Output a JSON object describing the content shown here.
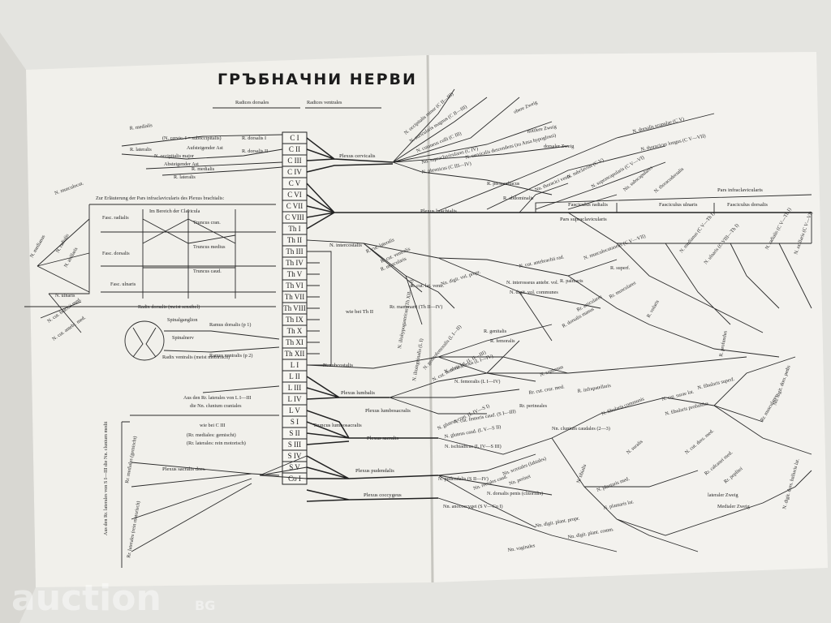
{
  "title": "ГРЪБНАЧНИ НЕРВИ",
  "header": {
    "dorsal": "Radices dorsales",
    "ventral": "Radices ventrales"
  },
  "segments": [
    "C I",
    "C II",
    "C III",
    "C IV",
    "C V",
    "C VI",
    "C VII",
    "C VIII",
    "Th I",
    "Th II",
    "Th III",
    "Th IV",
    "Th V",
    "Th VI",
    "Th VII",
    "Th VIII",
    "Th IX",
    "Th X",
    "Th XI",
    "Th XII",
    "L I",
    "L II",
    "L III",
    "L IV",
    "L V",
    "S I",
    "S II",
    "S III",
    "S IV",
    "S V",
    "Co I"
  ],
  "plexus": {
    "cervicalis": "Plexus cervicalis",
    "brachialis": "Plexus brachialis",
    "intercostalis": "N. intercostalis",
    "subcostalis": "N. subcostalis",
    "lumbalis": "Plexus lumbalis",
    "lumbosacralis": "Plexus lumbosacralis",
    "truncus": "Truncus lumbosacralis",
    "sacralis": "Plexus sacralis",
    "pudendalis": "Plexus pudendalis",
    "coccygeus": "Plexus coccygeus",
    "sacralis_dors": "Plexus sacralis dors."
  },
  "left_notes": {
    "cerv1": "(N. cervic. I = suboccipitalis)",
    "medialis": "R. medialis",
    "lateralis": "R. lateralis",
    "dorsalis1": "R. dorsalis I",
    "dorsalis2": "R. dorsalis II",
    "occip": "N. occipitalis major",
    "aufsteig": "Aufsteigender Ast",
    "absteig": "Absteigender Ast",
    "r_medialis": "R. medialis",
    "r_lateralis": "R. lateralis",
    "erl": "Zur Erläuterung der Pars infraclavicularis des Plexus brachialis:",
    "fasc_rad": "Fasc. radialis",
    "fasc_dors": "Fasc. dorsalis",
    "fasc_uln": "Fasc. ulnaris",
    "bereich": "Im Bereich der Clavicula",
    "tr_cran": "Truncus cran.",
    "tr_med": "Truncus medius",
    "tr_caud": "Truncus caud.",
    "musculocut": "N. musculocut.",
    "medianus": "N. medianus",
    "radialis": "N. radialis",
    "axillaris": "N. axillaris",
    "ulnaris": "N. ulnaris",
    "cut_brachii": "N. cut. brachii med.",
    "cut_antebr": "N. cut. antebr. med.",
    "wie_th2": "wie bei Th II",
    "aus_den": "Aus den Rr. laterales von L I—III",
    "nn_clun": "die Nn. clunium craniales",
    "wie_c3": "wie bei C III",
    "rr_med": "(Rr. mediales: gemischt)",
    "rr_lat": "(Rr. laterales: rein motorisch)",
    "rr_mediales": "Rr. mediales (gemischt)",
    "rr_laterales": "Rr. laterales (rein motorisch)",
    "aus_den_s": "Aus den Rr. laterales von S I—III die Nn. clunium medii",
    "radix_dors": "Radix dorsalis (meist sensibel)",
    "spinalgang": "Spinalganglion",
    "spinalnerv": "Spinalnerv",
    "ramus_dors": "Ramus dorsalis (p 1)",
    "radix_ventr": "Radix ventralis (meist motorisch)",
    "ramus_ventr": "Ramus ventralis (p 2)"
  },
  "right_labels": {
    "pericardiacus": "R. pericardiacus",
    "abdominalis": "R. abdominalis",
    "phrenicus": "N. phrenicus (C III—IV)",
    "supraclav": "Nn. supraclaviculares (C IV)",
    "cut_colli": "N. cutaneus colli (C III)",
    "auric": "N. auricularis magnus (C II—III)",
    "occ_minor": "N. occipitalis minor (C II—III)",
    "cervic_desc": "N. cervicalis descendens (zu Ansa hypoglossi)",
    "obere": "obere Zweig",
    "mittlere": "mittlere Zweig",
    "dorsaler": "dorsaler Zweig",
    "dorsalis_scap": "N. dorsalis scapulae (C V)",
    "thor_longus": "N. thoracicus longus (C V—VII)",
    "subclavius": "N. subclavius (C V)",
    "suprascap": "N. suprascapularis (C V—VI)",
    "subscap": "Nn. subscapulares",
    "thoracodors": "N. thoracodorsalis",
    "thor_ant": "Nn. thoracici ventr.",
    "pars_infra": "Pars infraclavicularis",
    "fasc_radialis": "Fasciculus radialis",
    "fasc_ulnaris": "Fasciculus ulnaris",
    "fasc_dorsalis": "Fasciculus dorsalis",
    "pars_supra": "Pars supraclavicularis",
    "musculocut": "N. musculocutaneus (C V—VII)",
    "medianus": "N. medianus (C V—Th I)",
    "ulnaris": "N. ulnaris (C VIII—Th I)",
    "radialis": "N. radialis (C V—Th I)",
    "axillaris": "N. axillaris (C V—VI)",
    "cut_antebr": "N. cut. antebrachii rad.",
    "palmaris": "R. palmaris",
    "interosseus": "N. interosseus antebr. vol.",
    "digit_vol": "N. digit. vol. communes",
    "superf": "R. superf.",
    "profundus": "R. profundus",
    "muscul": "Rr. musculares",
    "articul": "Rr. articulares",
    "dorsalis_manus": "R. dorsalis manus",
    "volaris": "R. volaris",
    "digit_propr": "Nn. digit. vol. propr.",
    "cut_lat_ventr": "R. cut. lat. ventr.",
    "cut_lat": "R. cut. lateralis",
    "cut_ventr": "R. cut. ventralis",
    "muscul2": "R. muscularis",
    "mammarii": "Rr. mammarii (Th II—IV)",
    "iliohyp": "N. iliohypogastricus (Th XII—L I)",
    "ilioing": "N. ilioinguinalis (L I)",
    "genitofem": "N. genitofemoralis (L I—II)",
    "cut_fem_lat": "N. cut. femoris lat. (L II—III)",
    "femoralis": "N. femoralis (L I—IV)",
    "obturatorius": "N. obturatorius (L I—IV)",
    "genitalis": "R. genitalis",
    "femoralis_r": "R. femoralis",
    "saphenus": "N. saphenus",
    "infrapat": "R. infrapatellaris",
    "cut_crur": "Rr. cut. crur. med.",
    "glut_cran": "N. gluteus cran. (L IV—S I)",
    "glut_caud": "N. gluteus caud. (L V—S II)",
    "cut_fem_caud": "N. cut. femoris caud. (S I—III)",
    "ischiad": "N. ischiadicus (L IV—S III)",
    "clun_inf": "Nn. clunium caudales (2—3)",
    "perineales": "Rr. perineales",
    "fibularis": "N. fibularis communis",
    "tibialis": "N. tibialis",
    "fib_superf": "N. fibularis superf.",
    "fib_prof": "N. fibularis profundus",
    "cut_surae": "N. cut. surae lat.",
    "suralis": "N. suralis",
    "plant_med": "N. plantaris med.",
    "plant_lat": "N. plantaris lat.",
    "pudendalis": "N. pudendalis (S II—IV)",
    "dors_penis": "N. dorsalis penis (clitoridis)",
    "anococc": "Nn. anococcygei (S V—Co I)",
    "vaginales": "Nn. vaginales",
    "rect_caud": "Nn. rectales caud.",
    "perinei": "Nn. perinei",
    "labiales": "Nn. scrotales (labiales)",
    "digit_plant": "Nn. digit. plant. comm.",
    "digit_plant_pr": "Nn. digit. plant. propr.",
    "lateraler": "lateraler Zweig",
    "medialer": "Medialer Zweig",
    "cut_dors": "N. cut. dors. med.",
    "calcanei": "Rr. calcanei med.",
    "poplitei": "Rr. poplitei",
    "musc2": "Rr. musculares",
    "digit_dors_pedis": "Nn. digit. dors. pedis",
    "digit_dors_hall": "N. digit. dors. hallucis lat."
  },
  "watermark": "auction",
  "watermark_suffix": "BG",
  "colors": {
    "paper": "#f2f1ec",
    "paper_right": "#f3f2ee",
    "ink": "#222222",
    "bg": "#e4e4e0"
  }
}
